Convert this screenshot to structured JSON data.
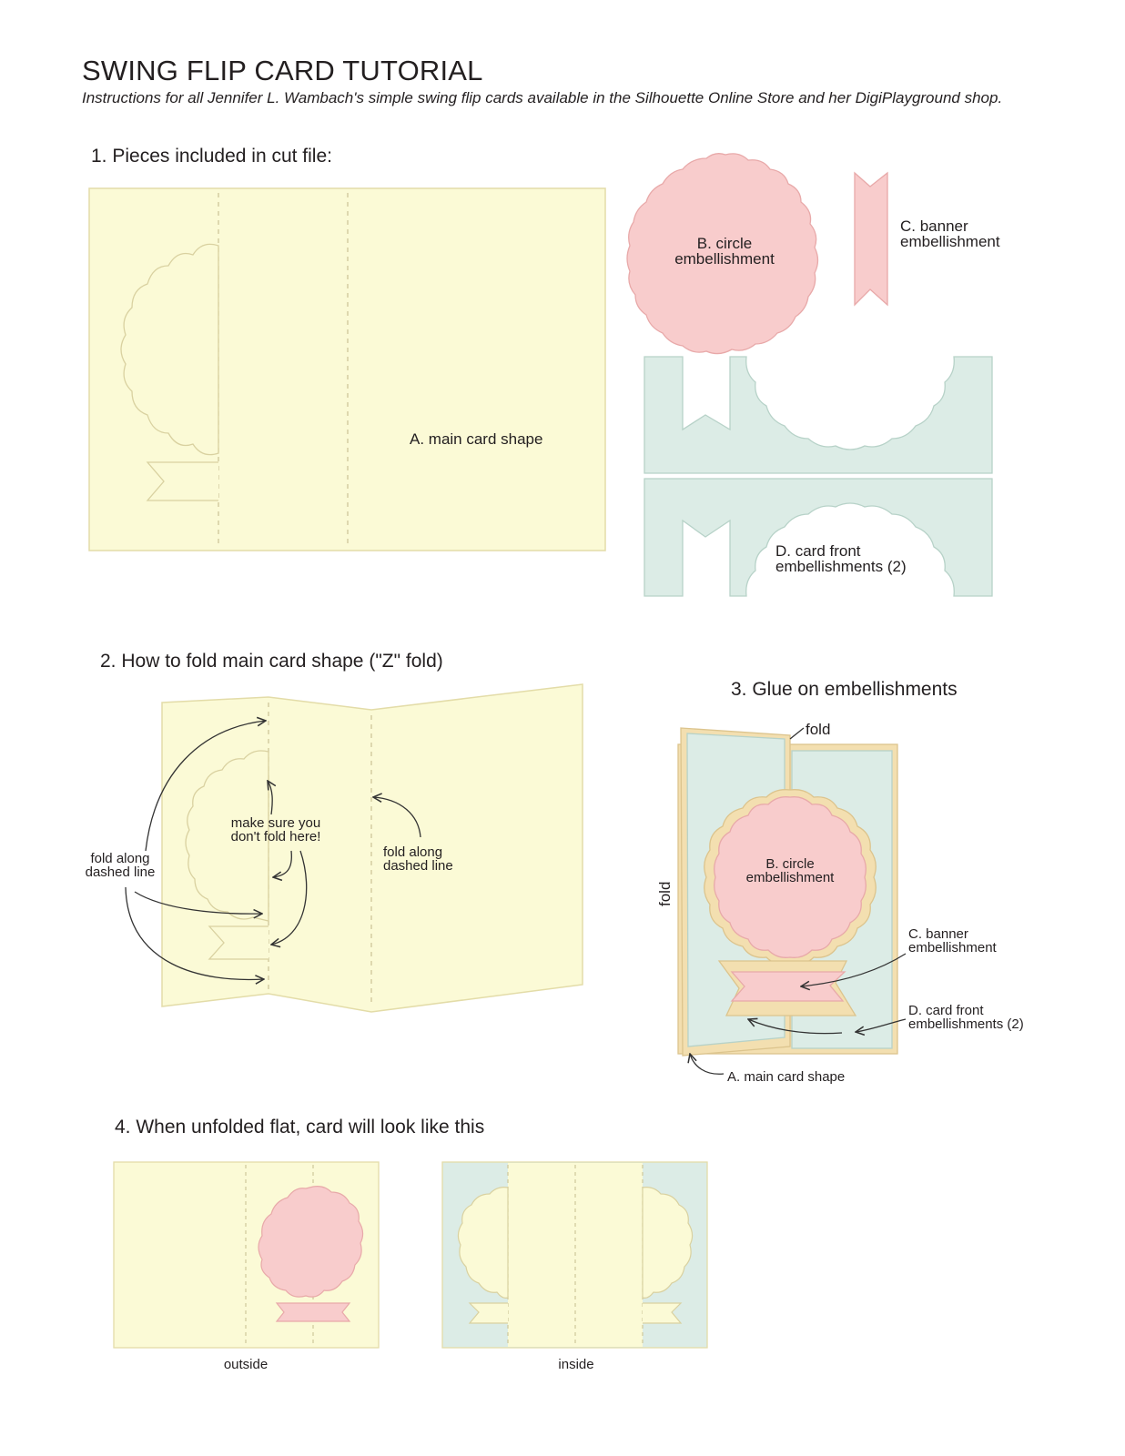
{
  "header": {
    "title": "SWING FLIP CARD TUTORIAL",
    "subtitle": "Instructions for all Jennifer L. Wambach's simple swing flip cards available in the Silhouette Online Store and her DigiPlayground shop."
  },
  "step1": {
    "heading": "1. Pieces included in cut file:",
    "main_card_label": "A. main card shape",
    "circle_label_line1": "B. circle",
    "circle_label_line2": "embellishment",
    "banner_label_line1": "C. banner",
    "banner_label_line2": "embellishment",
    "front_label_line1": "D. card front",
    "front_label_line2": "embellishments (2)"
  },
  "step2": {
    "heading": "2. How to fold main card shape (\"Z\" fold)",
    "left_note_line1": "fold along",
    "left_note_line2": "dashed line",
    "center_note_line1": "make sure you",
    "center_note_line2": "don't fold here!",
    "right_note_line1": "fold along",
    "right_note_line2": "dashed line"
  },
  "step3": {
    "heading": "3. Glue on embellishments",
    "fold_top": "fold",
    "fold_side": "fold",
    "circle_line1": "B. circle",
    "circle_line2": "embellishment",
    "banner_line1": "C. banner",
    "banner_line2": "embellishment",
    "front_line1": "D. card front",
    "front_line2": "embellishments (2)",
    "main_card": "A. main card shape"
  },
  "step4": {
    "heading": "4. When unfolded flat, card will look like this",
    "outside_label": "outside",
    "inside_label": "inside"
  },
  "colors": {
    "card_yellow": "#fbfad6",
    "card_border": "#e3dca8",
    "pink": "#f8cccc",
    "mint": "#dcece6",
    "tan": "#f3dfb0"
  }
}
